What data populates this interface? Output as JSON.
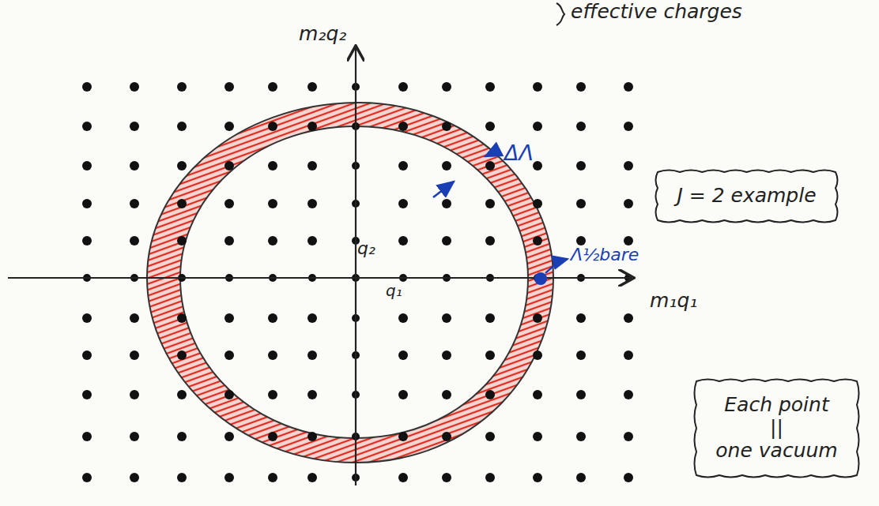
{
  "diagram": {
    "nodes": [
      {
        "text": [
          "J = 2 example"
        ]
      },
      {
        "text": [
          "Each point",
          "||",
          "one vacuum"
        ]
      }
    ],
    "labels": [
      "effective charges",
      "m₂q₂",
      "m₁q₁",
      "q₂",
      "q₁",
      "ΔΛ",
      "Λ½bare"
    ]
  }
}
